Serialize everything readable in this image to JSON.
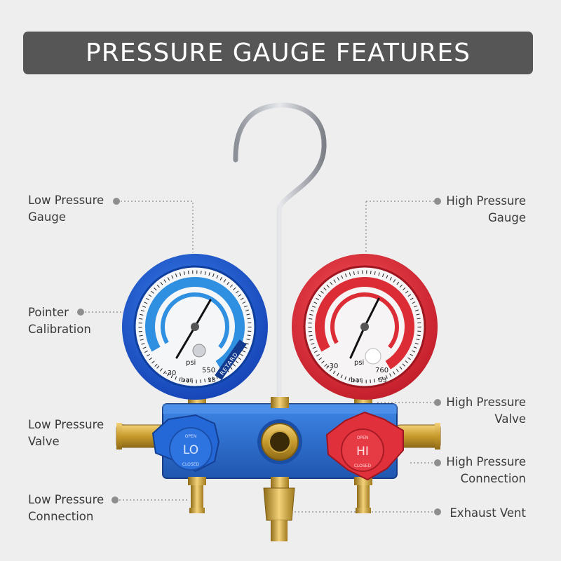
{
  "title": "PRESSURE GAUGE FEATURES",
  "callouts": {
    "low_gauge": "Low Pressure\nGauge",
    "pointer_calibration": "Pointer\nCalibration",
    "low_valve": "Low Pressure\nValve",
    "low_connection": "Low Pressure\nConnection",
    "high_gauge": "High Pressure\nGauge",
    "high_valve": "High Pressure\nValve",
    "high_connection": "High Pressure\nConnection",
    "exhaust_vent": "Exhaust Vent"
  },
  "gauges": {
    "low": {
      "scale_psi": "psi",
      "scale_bar": "bar",
      "brand": "RETARD",
      "ticks": [
        "-30",
        "550",
        "38"
      ]
    },
    "high": {
      "scale_psi": "psi",
      "scale_bar": "bar",
      "ticks": [
        "-30",
        "760",
        "53"
      ]
    }
  },
  "knobs": {
    "low": {
      "text": "LO",
      "open": "OPEN",
      "closed": "CLOSED"
    },
    "high": {
      "text": "HI",
      "open": "OPEN",
      "closed": "CLOSED"
    }
  },
  "colors": {
    "banner": "#565656",
    "low_accent": "#1f5fd6",
    "high_accent": "#e0323b",
    "manifold": "#2a6fd0"
  }
}
